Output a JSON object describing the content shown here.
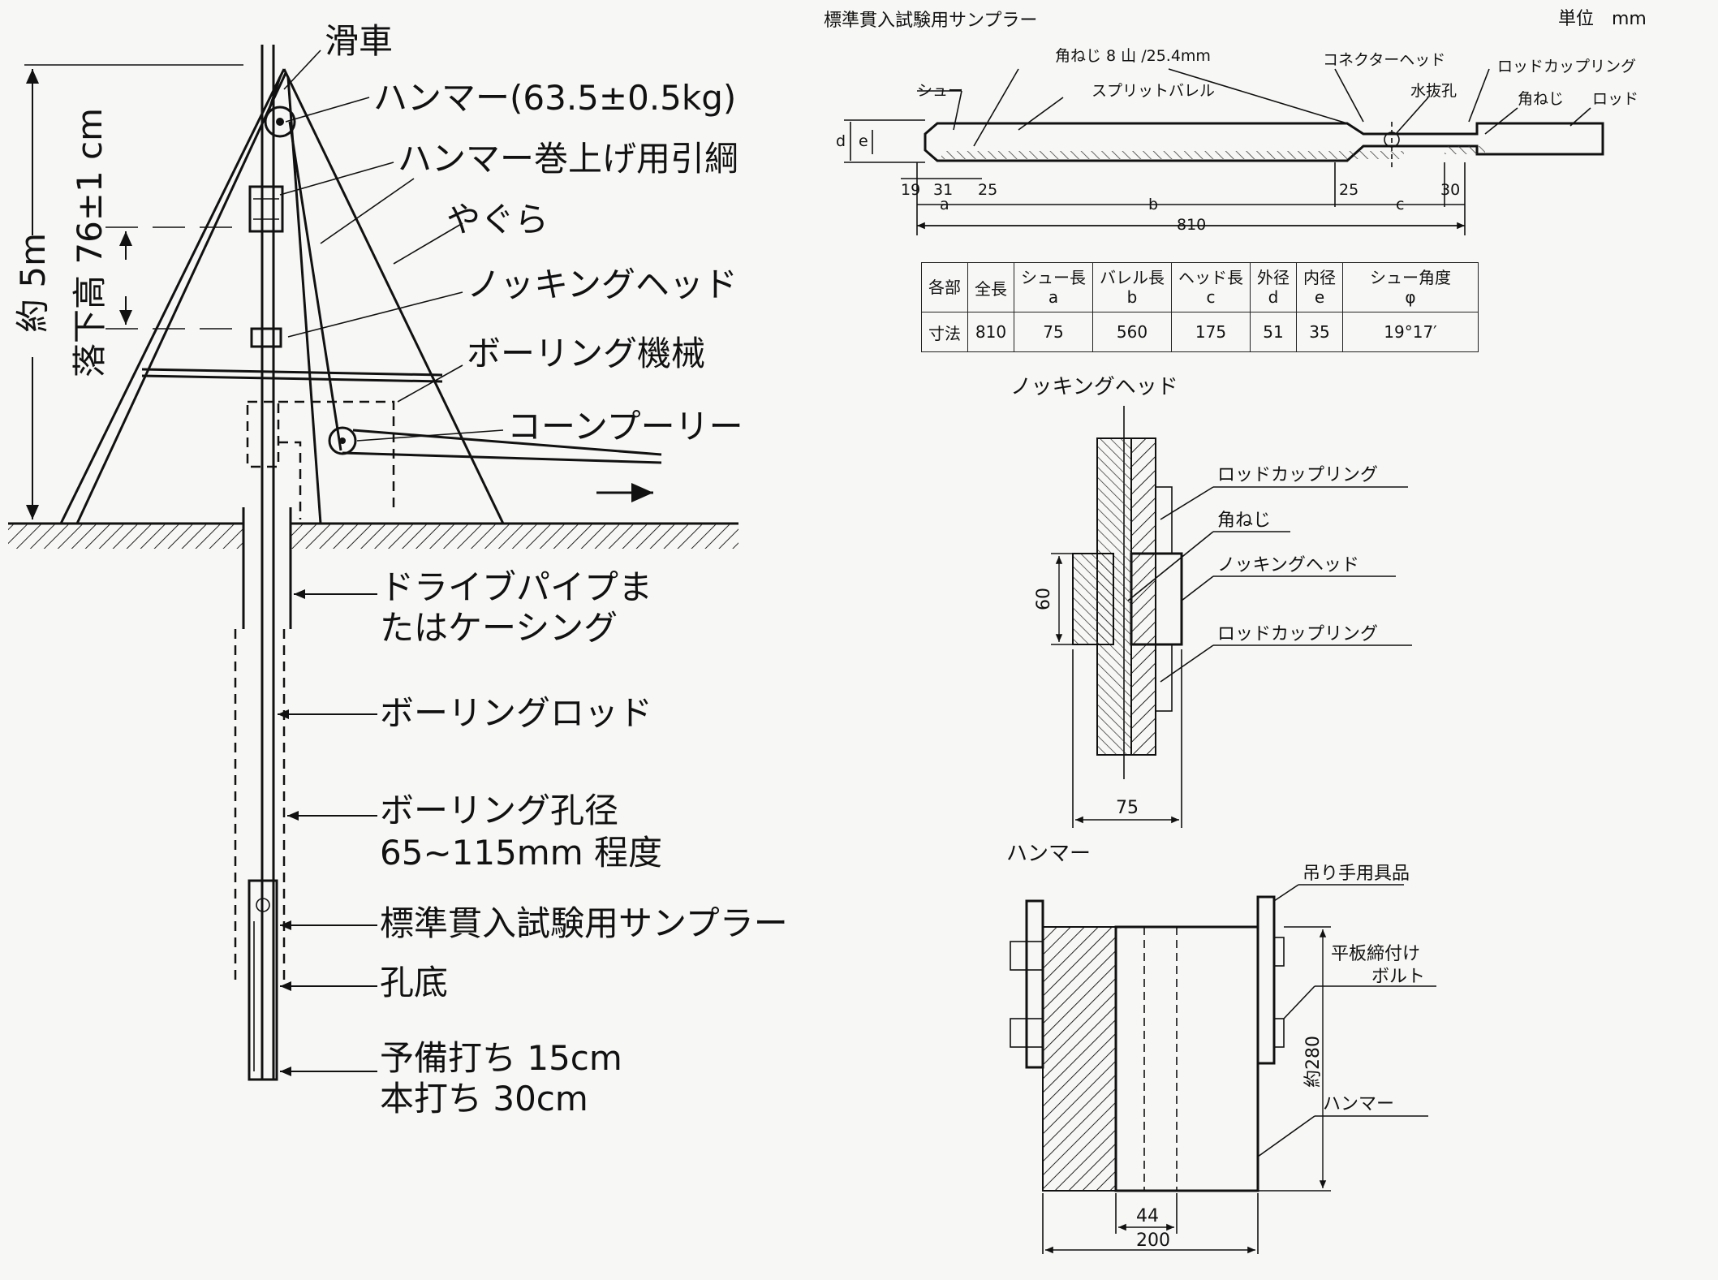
{
  "left_diagram": {
    "vertical_label_height": "約 5m",
    "vertical_label_drop": "落下高 76±1 cm",
    "labels": {
      "pulley": "滑車",
      "hammer": "ハンマー(63.5±0.5kg)",
      "hammer_rope": "ハンマー巻上げ用引綱",
      "tripod": "やぐら",
      "knocking_head": "ノッキングヘッド",
      "boring_machine": "ボーリング機械",
      "cone_pulley": "コーンプーリー",
      "drive_pipe_1": "ドライブパイプま",
      "drive_pipe_2": "たはケーシング",
      "boring_rod": "ボーリングロッド",
      "boring_hole_1": "ボーリング孔径",
      "boring_hole_2": "65~115mm 程度",
      "sampler": "標準貫入試験用サンプラー",
      "hole_bottom": "孔底",
      "pre_drive": "予備打ち 15cm",
      "main_drive": "本打ち 30cm"
    }
  },
  "sampler_diagram": {
    "title": "標準貫入試験用サンプラー",
    "unit": "単位　mm",
    "labels": {
      "thread": "角ねじ 8 山 /25.4mm",
      "connector_head": "コネクターヘッド",
      "rod_coupling": "ロッドカップリング",
      "shoe": "シュー",
      "split_barrel": "スプリットバレル",
      "water_hole": "水抜孔",
      "square_thread": "角ねじ",
      "rod": "ロッド",
      "d": "d",
      "e": "e"
    },
    "dims": {
      "d19": "19",
      "d31": "31",
      "d25a": "25",
      "d25b": "25",
      "d30": "30",
      "a": "a",
      "b": "b",
      "c": "c",
      "total": "810"
    }
  },
  "spec_table": {
    "header": [
      "各部",
      "全長",
      "シュー長",
      "バレル長",
      "ヘッド長",
      "外径",
      "内径",
      "シュー角度"
    ],
    "sub": [
      "",
      "",
      "a",
      "b",
      "c",
      "d",
      "e",
      "φ"
    ],
    "row_label": "寸法",
    "row": [
      "810",
      "75",
      "560",
      "175",
      "51",
      "35",
      "19°17′"
    ]
  },
  "knocking_head_diagram": {
    "title": "ノッキングヘッド",
    "labels": {
      "rod_coupling_top": "ロッドカップリング",
      "square_thread": "角ねじ",
      "knocking_head": "ノッキングヘッド",
      "rod_coupling_bottom": "ロッドカップリング"
    },
    "dim_height": "60",
    "dim_width": "75"
  },
  "hammer_diagram": {
    "title": "ハンマー",
    "labels": {
      "hanging_fitting": "吊り手用具品",
      "bolt_1": "平板締付け",
      "bolt_2": "ボルト",
      "hammer": "ハンマー",
      "height": "約280"
    },
    "dim_hole": "44",
    "dim_width": "200"
  }
}
